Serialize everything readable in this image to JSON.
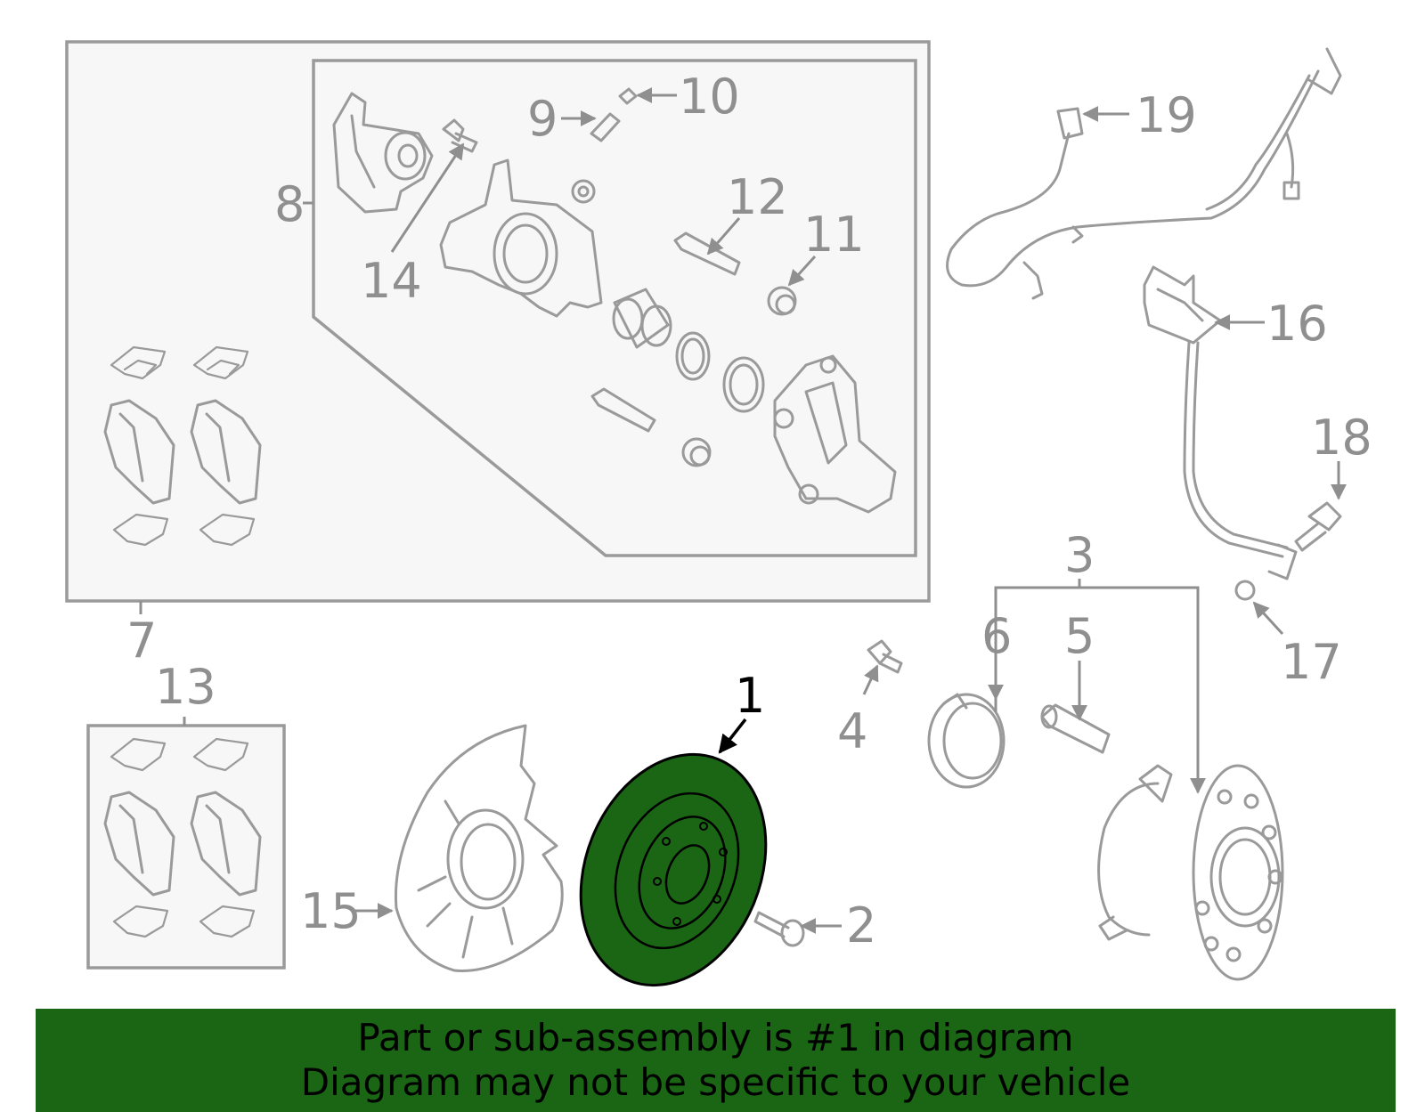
{
  "colors": {
    "highlight": "#1a6614",
    "part_gray": "#9a9a9a",
    "label_gray": "#8f8f8f",
    "box_fill": "#f7f7f7"
  },
  "callouts": {
    "c1": "1",
    "c2": "2",
    "c3": "3",
    "c4": "4",
    "c5": "5",
    "c6": "6",
    "c7": "7",
    "c8": "8",
    "c9": "9",
    "c10": "10",
    "c11": "11",
    "c12": "12",
    "c13": "13",
    "c14": "14",
    "c15": "15",
    "c16": "16",
    "c17": "17",
    "c18": "18",
    "c19": "19"
  },
  "highlighted_part": "1",
  "banner": {
    "line1": "Part or sub-assembly is #1 in diagram",
    "line2": "Diagram may not be specific to your vehicle"
  }
}
